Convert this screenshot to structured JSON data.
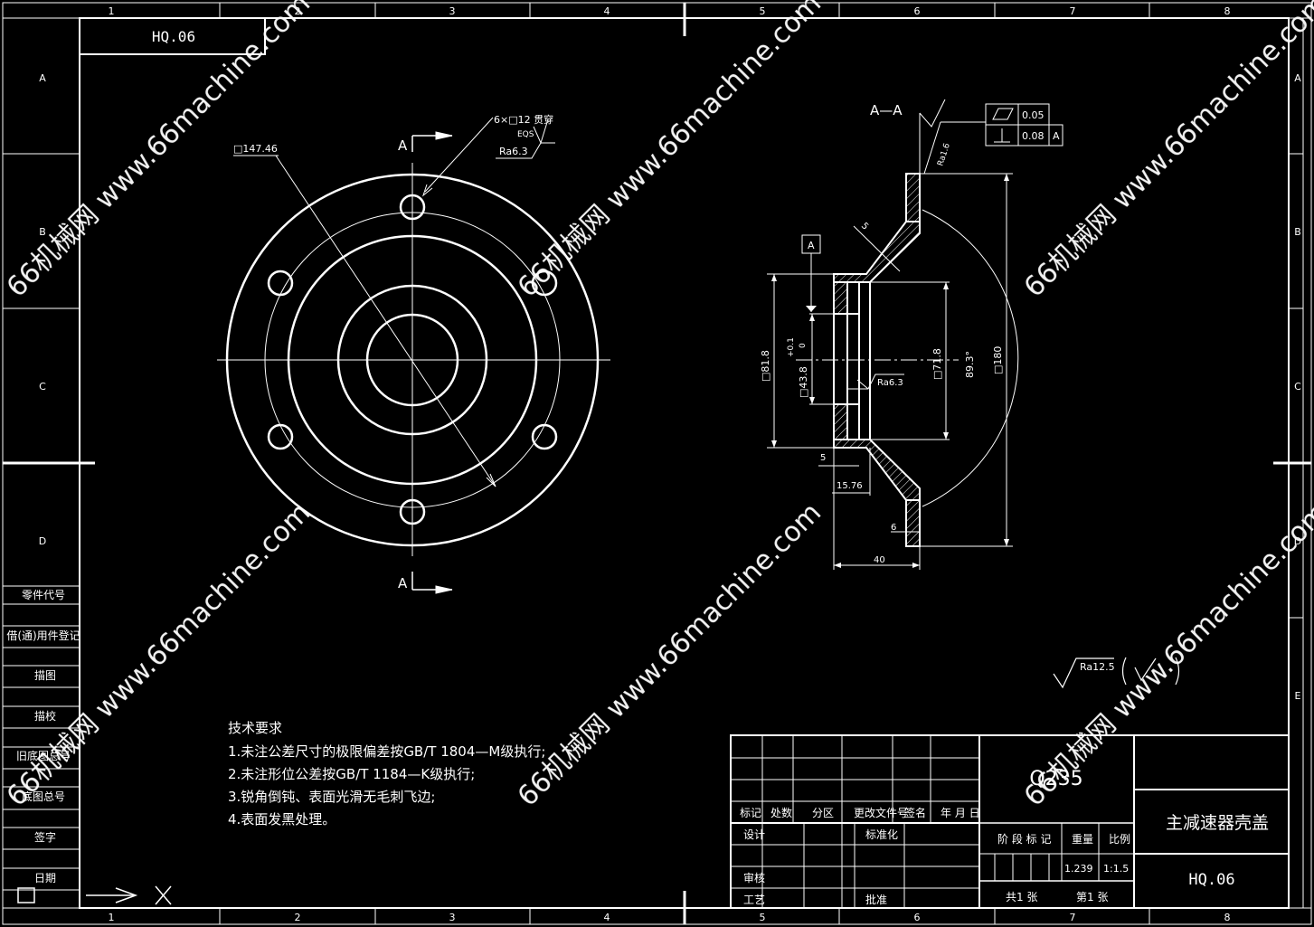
{
  "drawing": {
    "code_box": "HQ.06",
    "col_labels": [
      "1",
      "2",
      "3",
      "4",
      "5",
      "6",
      "7",
      "8"
    ],
    "row_labels": [
      "A",
      "B",
      "C",
      "D",
      "E"
    ],
    "section_title": "A—A",
    "section_mark": "A",
    "datum": "A",
    "dims": {
      "pcd": "□147.46",
      "hole_note": "6×□12 贯穿",
      "hole_eqs": "EQS",
      "hole_ra": "Ra6.3",
      "d81": "□81.8",
      "d43": "□43.8",
      "tol_up": "+0.1",
      "tol_lo": "0",
      "d71": "□71.8",
      "angle": "89.3°",
      "d180": "□180",
      "ra_inner": "Ra6.3",
      "ra_face": "Ra1.6",
      "ch5": "5",
      "w5": "5",
      "w1576": "15.76",
      "t6": "6",
      "len40": "40"
    },
    "gdt": [
      {
        "symbol": "parallelogram",
        "value": "0.05",
        "datum": ""
      },
      {
        "symbol": "perpendicular",
        "value": "0.08",
        "datum": "A"
      }
    ],
    "roughness_general": "Ra12.5",
    "tech_req": {
      "title": "技术要求",
      "lines": [
        "1.未注公差尺寸的极限偏差按GB/T 1804—M级执行;",
        "2.未注形位公差按GB/T 1184—K级执行;",
        "3.锐角倒钝、表面光滑无毛刺飞边;",
        "4.表面发黑处理。"
      ]
    },
    "left_strip": [
      "零件代号",
      "借(通)用件登记",
      "描图",
      "描校",
      "旧底图总号",
      "底图总号",
      "签字",
      "日期"
    ],
    "title_block": {
      "material": "Q235",
      "part_name": "主减速器壳盖",
      "drawing_no": "HQ.06",
      "rev_headers": [
        "标记",
        "处数",
        "分区",
        "更改文件号",
        "签名",
        "年 月 日"
      ],
      "roles": [
        "设计",
        "标准化",
        "审核",
        "工艺",
        "批准"
      ],
      "stage_label": "阶 段 标 记",
      "weight_label": "重量",
      "scale_label": "比例",
      "weight": "1.239",
      "scale": "1:1.5",
      "sheets_total": "共1 张",
      "sheet_no": "第1 张"
    },
    "watermark": "66机械网 www.66machine.com"
  }
}
